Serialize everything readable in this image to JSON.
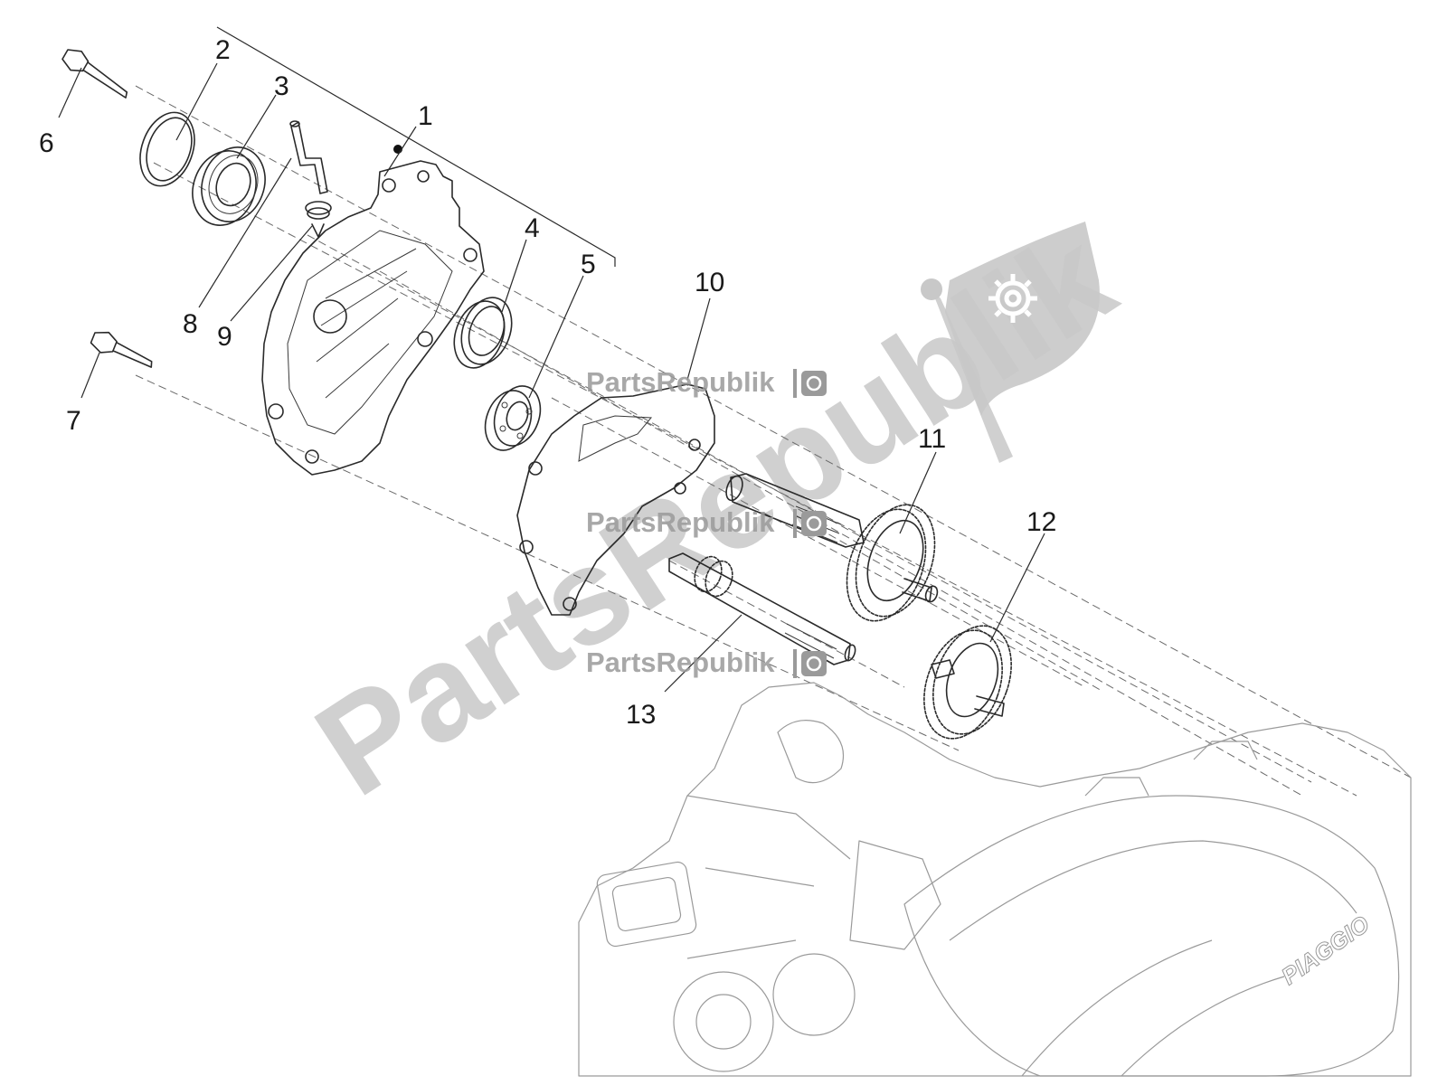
{
  "callouts": {
    "c1": "1",
    "c2": "2",
    "c3": "3",
    "c4": "4",
    "c5": "5",
    "c6": "6",
    "c7": "7",
    "c8": "8",
    "c9": "9",
    "c10": "10",
    "c11": "11",
    "c12": "12",
    "c13": "13"
  },
  "watermark": {
    "small_text": "PartsRepublik",
    "big_text": "PartsRepublik"
  },
  "engine_brand": "PIAGGIO",
  "icons": [
    "gear-icon",
    "flag-gear-logo"
  ],
  "colors": {
    "line": "#2a2a2a",
    "watermark": "#c8c8c8"
  }
}
